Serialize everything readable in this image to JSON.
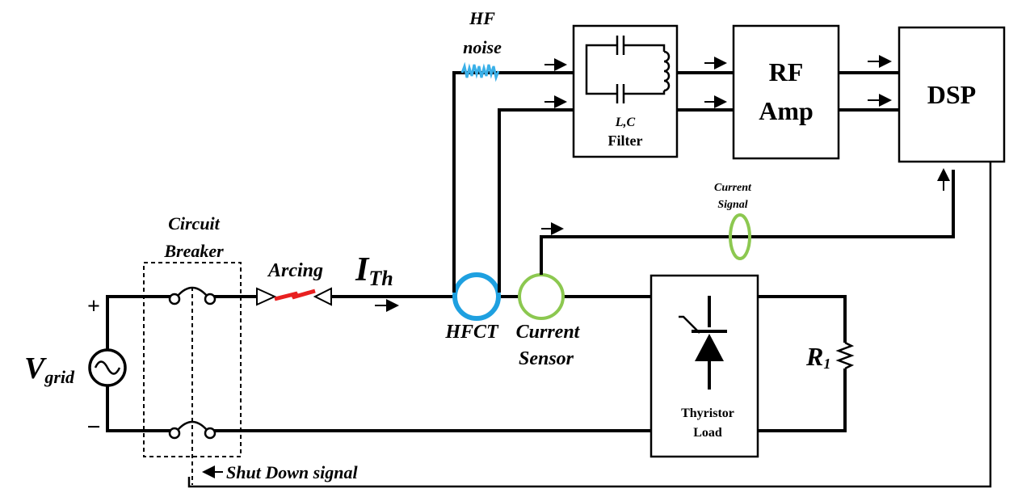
{
  "labels": {
    "hf_noise_line1": "HF",
    "hf_noise_line2": "noise",
    "filter_lc": "L,C",
    "filter_name": "Filter",
    "rf_amp_line1": "RF",
    "rf_amp_line2": "Amp",
    "dsp": "DSP",
    "current_signal_line1": "Current",
    "current_signal_line2": "Signal",
    "circuit_breaker_line1": "Circuit",
    "circuit_breaker_line2": "Breaker",
    "arcing": "Arcing",
    "i_main": "I",
    "i_sub": "Th",
    "plus": "+",
    "minus": "−",
    "vgrid_main": "V",
    "vgrid_sub": "grid",
    "hfct": "HFCT",
    "current_sensor_line1": "Current",
    "current_sensor_line2": "Sensor",
    "r1_main": "R",
    "r1_sub": "1",
    "thyristor_line1": "Thyristor",
    "thyristor_line2": "Load",
    "shutdown": "Shut Down signal"
  },
  "colors": {
    "hfct": "#1ea0e0",
    "current_sensor": "#8cc850",
    "arc": "#e82020",
    "noise": "#3ab0e8"
  }
}
